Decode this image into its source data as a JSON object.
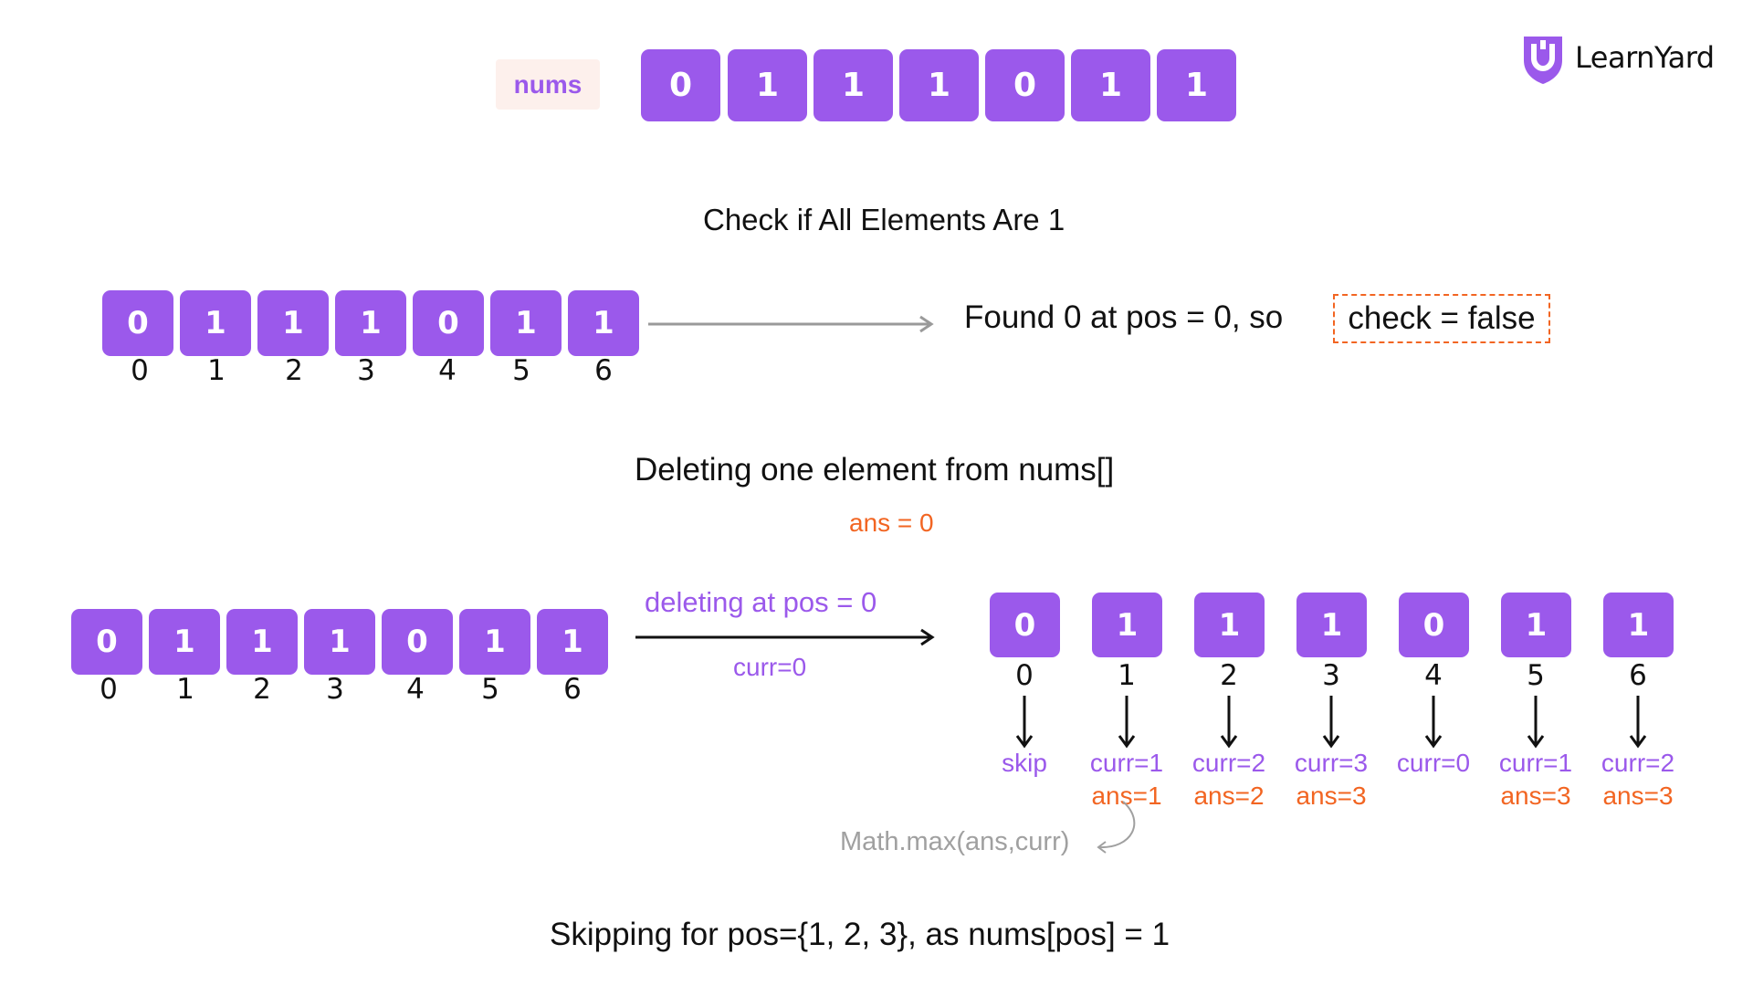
{
  "logo": {
    "text": "LearnYard"
  },
  "top_array": {
    "label": "nums",
    "values": [
      "0",
      "1",
      "1",
      "1",
      "0",
      "1",
      "1"
    ]
  },
  "check_section": {
    "title": "Check if All Elements Are 1",
    "values": [
      "0",
      "1",
      "1",
      "1",
      "0",
      "1",
      "1"
    ],
    "indices": [
      "0",
      "1",
      "2",
      "3",
      "4",
      "5",
      "6"
    ],
    "found_text": "Found 0 at pos = 0, so",
    "check_text": "check = false"
  },
  "delete_section": {
    "title": "Deleting one element from nums[]",
    "ans_initial": "ans = 0",
    "values": [
      "0",
      "1",
      "1",
      "1",
      "0",
      "1",
      "1"
    ],
    "indices": [
      "0",
      "1",
      "2",
      "3",
      "4",
      "5",
      "6"
    ],
    "arrow_label": "deleting at pos = 0",
    "arrow_sublabel": "curr=0",
    "result_values": [
      "0",
      "1",
      "1",
      "1",
      "0",
      "1",
      "1"
    ],
    "result_indices": [
      "0",
      "1",
      "2",
      "3",
      "4",
      "5",
      "6"
    ],
    "steps": [
      {
        "curr": "skip",
        "ans": ""
      },
      {
        "curr": "curr=1",
        "ans": "ans=1"
      },
      {
        "curr": "curr=2",
        "ans": "ans=2"
      },
      {
        "curr": "curr=3",
        "ans": "ans=3"
      },
      {
        "curr": "curr=0",
        "ans": ""
      },
      {
        "curr": "curr=1",
        "ans": "ans=3"
      },
      {
        "curr": "curr=2",
        "ans": "ans=3"
      }
    ],
    "math_note": "Math.max(ans,curr)"
  },
  "footer": {
    "text": "Skipping for pos={1, 2, 3}, as nums[pos] = 1"
  },
  "colors": {
    "box": "#9b59eb",
    "accent_orange": "#f26522",
    "label_bg": "#fdf0ec",
    "logo": "#9b59eb"
  }
}
